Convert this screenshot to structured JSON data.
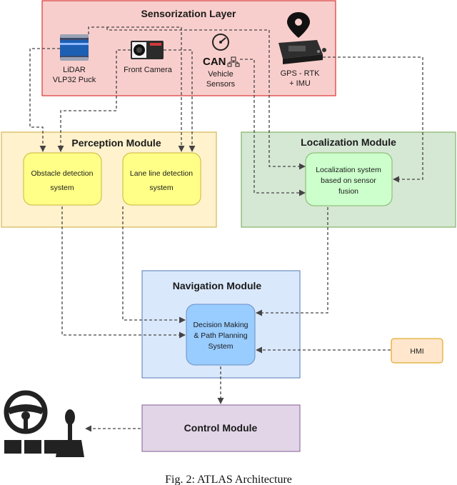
{
  "layers": {
    "sensorization": {
      "title": "Sensorization Layer",
      "fill": "#f8cecc",
      "stroke": "#d93636"
    },
    "perception": {
      "title": "Perception Module",
      "fill": "#fff2cc",
      "stroke": "#d6b656"
    },
    "localization": {
      "title": "Localization Module",
      "fill": "#d5e8d4",
      "stroke": "#82b366"
    },
    "navigation": {
      "title": "Navigation Module",
      "fill": "#dae8fc",
      "stroke": "#6c8ebf"
    },
    "control": {
      "title": "Control Module",
      "fill": "#e1d5e7",
      "stroke": "#9673a6"
    }
  },
  "sensors": {
    "lidar": {
      "line1": "LiDAR",
      "line2": "VLP32 Puck",
      "icon": "lidar-icon"
    },
    "camera": {
      "label": "Front Camera",
      "icon": "camera-icon"
    },
    "vehicle": {
      "can": "CAN",
      "line1": "Vehicle",
      "line2": "Sensors",
      "icon": "speedometer-icon"
    },
    "gps": {
      "line1": "GPS - RTK",
      "line2": "+ IMU",
      "icon": "gps-device-icon"
    }
  },
  "nodes": {
    "obstacle": {
      "line1": "Obstacle detection",
      "line2": "system",
      "fill": "#ffff88",
      "stroke": "#c9b83a"
    },
    "laneline": {
      "line1": "Lane line detection",
      "line2": "system",
      "fill": "#ffff88",
      "stroke": "#c9b83a"
    },
    "localization_system": {
      "line1": "Localization system",
      "line2": "based on sensor",
      "line3": "fusion",
      "fill": "#ccffcc",
      "stroke": "#82b366"
    },
    "decision": {
      "line1": "Decision Making",
      "line2": "& Path Planning",
      "line3": "System",
      "fill": "#99ccff",
      "stroke": "#6c8ebf"
    },
    "hmi": {
      "label": "HMI",
      "fill": "#ffe6cc",
      "stroke": "#d79b00"
    }
  },
  "control_device": {
    "icon": "steering-wheel-icon"
  },
  "caption": "Fig. 2:  ATLAS Architecture"
}
